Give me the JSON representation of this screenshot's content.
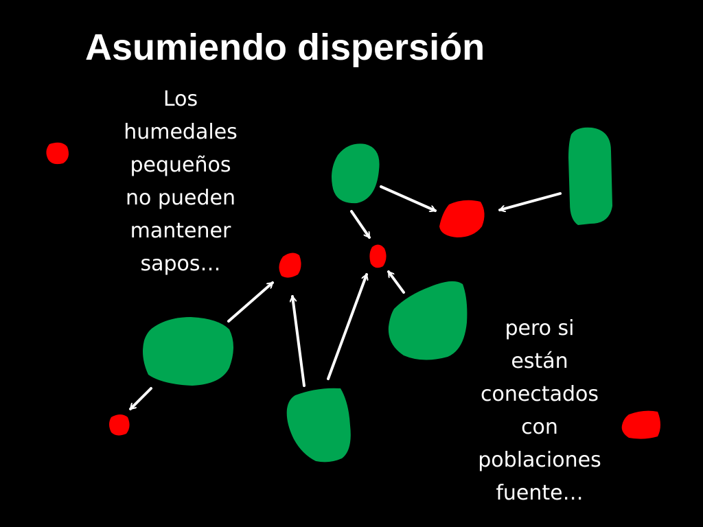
{
  "slide": {
    "title": "Asumiendo dispersión",
    "caption_left": [
      "Los",
      "humedales",
      "pequeños",
      "no pueden",
      "mantener",
      "sapos…"
    ],
    "caption_right": [
      "pero si",
      "están",
      "conectados",
      "con",
      "poblaciones",
      "fuente…"
    ]
  },
  "colors": {
    "background": "#000000",
    "text": "#ffffff",
    "large_wetland": "#00a651",
    "small_wetland": "#ff0000",
    "arrow": "#ffffff"
  }
}
